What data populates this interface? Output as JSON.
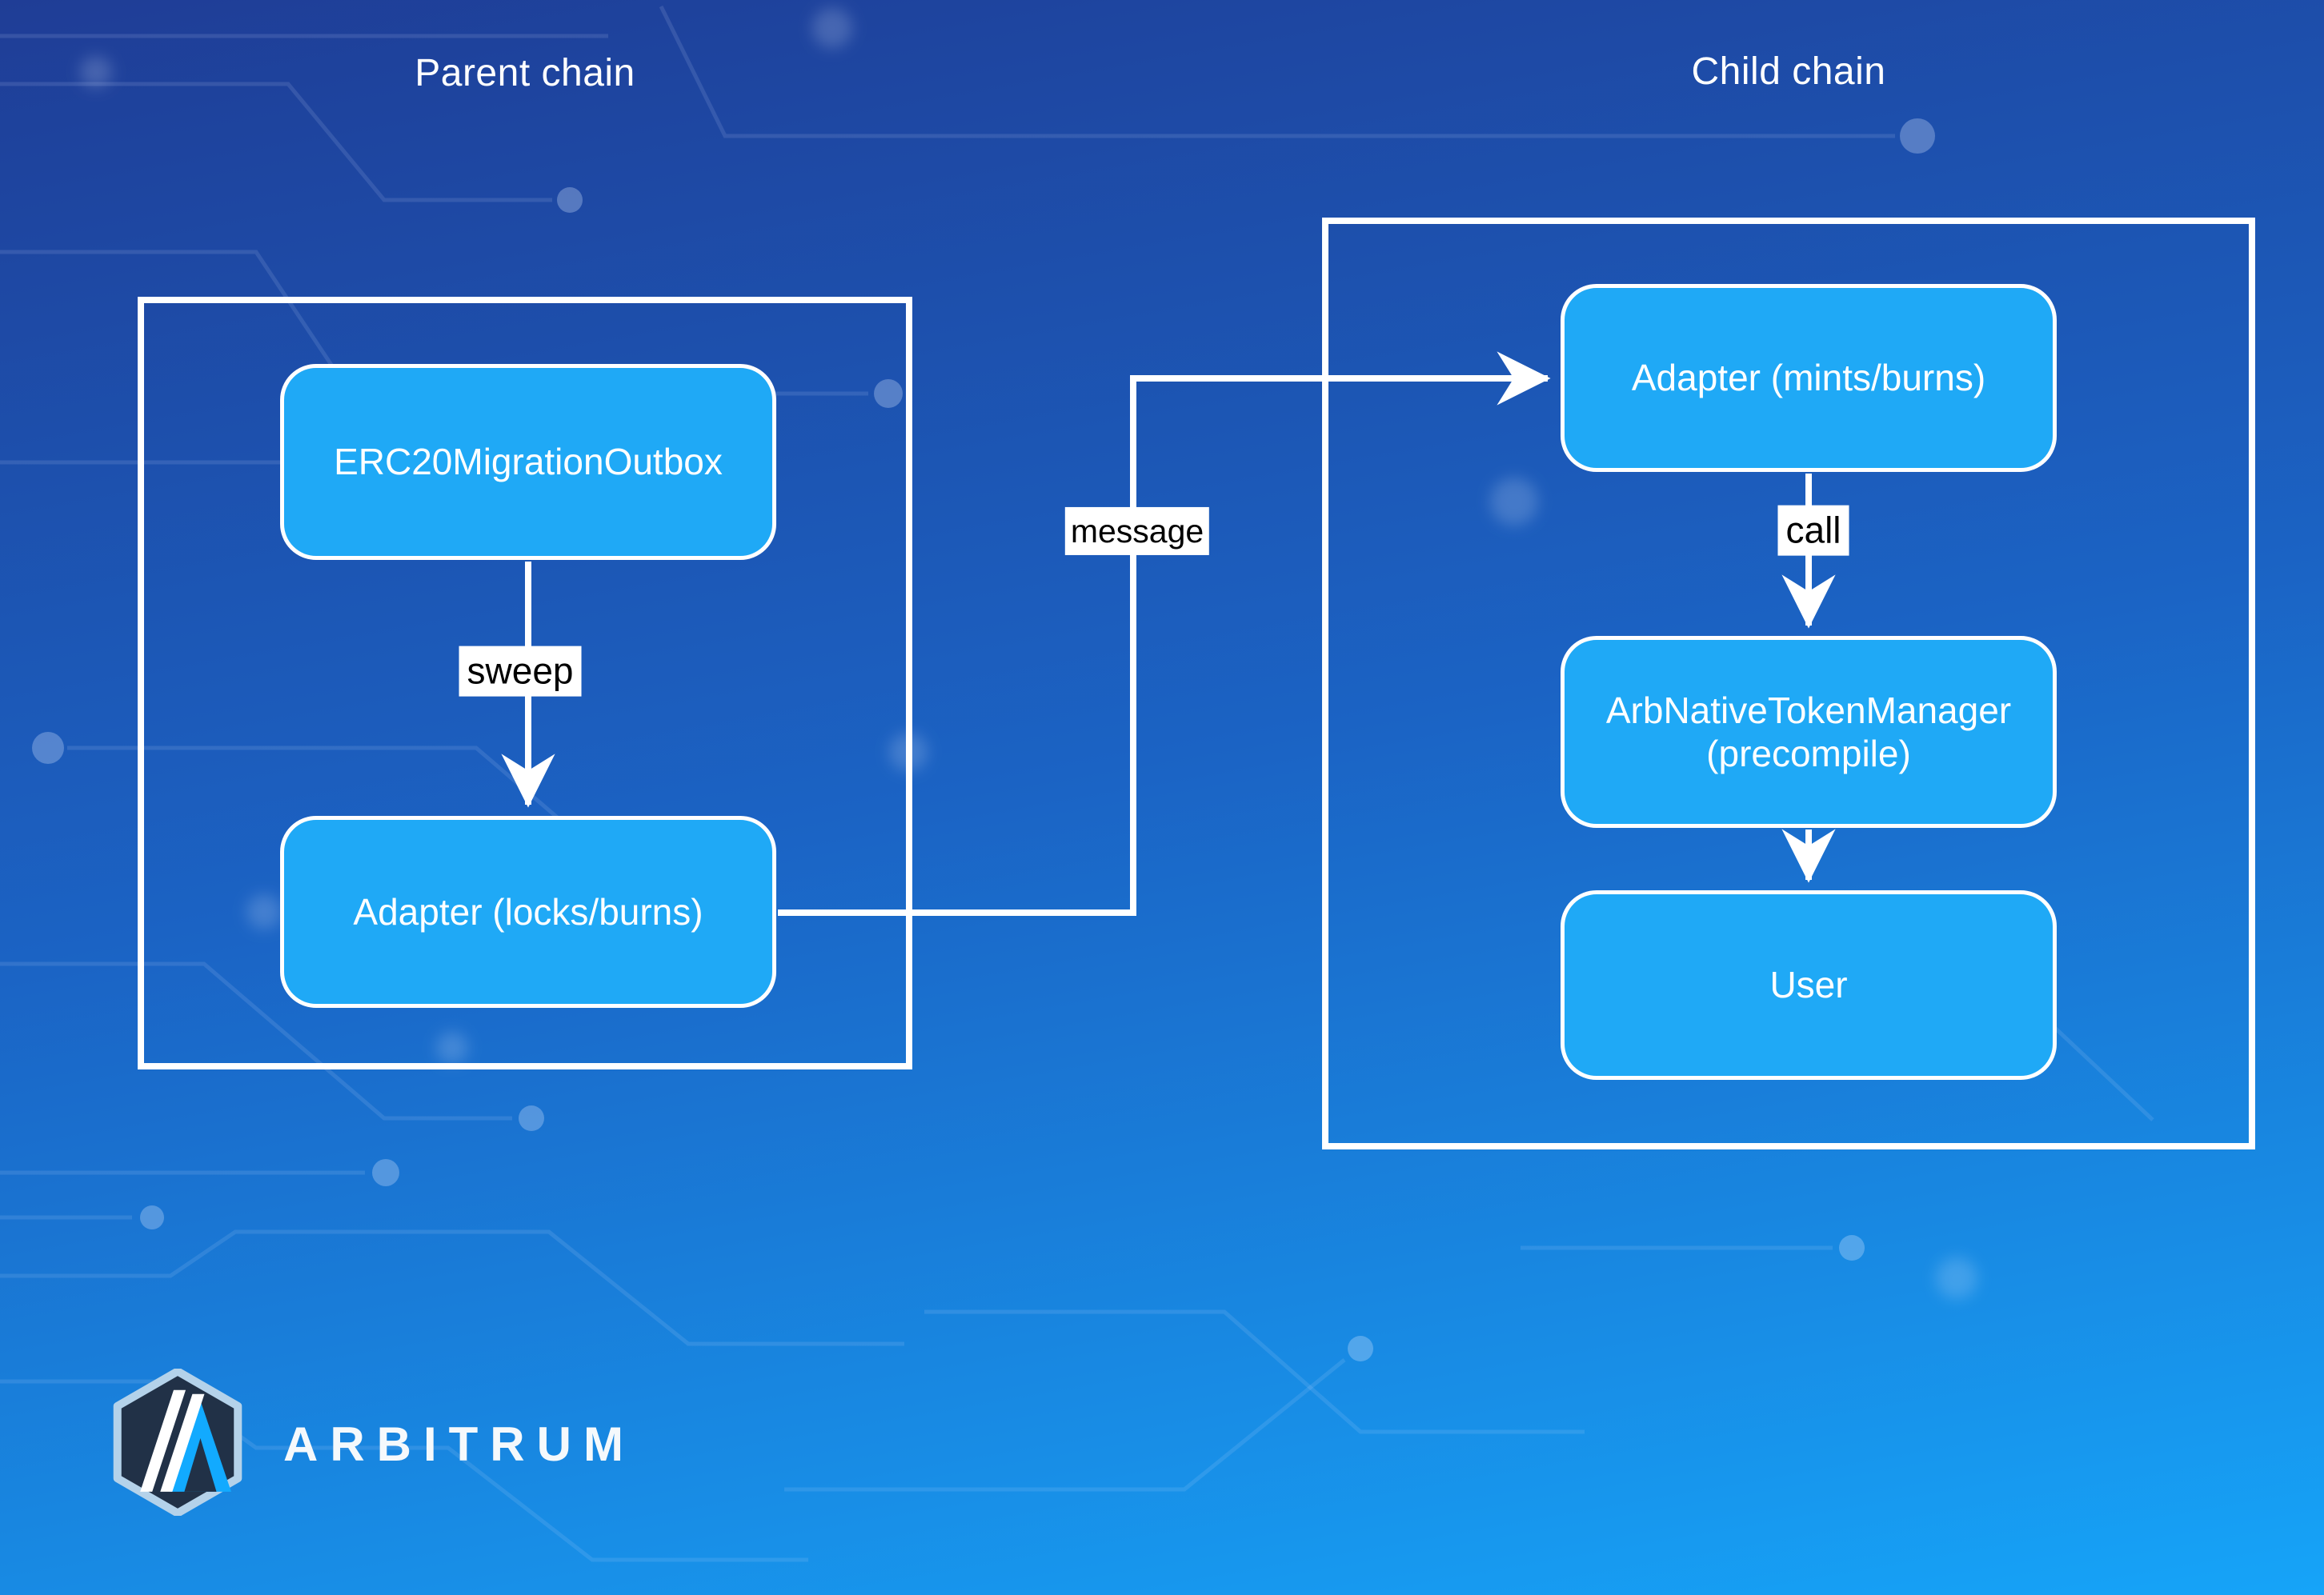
{
  "diagram": {
    "parent": {
      "title": "Parent chain",
      "nodes": [
        {
          "label": "ERC20MigrationOutbox"
        },
        {
          "label": "Adapter (locks/burns)"
        }
      ]
    },
    "child": {
      "title": "Child chain",
      "nodes": [
        {
          "label": "Adapter (mints/burns)"
        },
        {
          "label_line1": "ArbNativeTokenManager",
          "label_line2": "(precompile)"
        },
        {
          "label": "User"
        }
      ]
    },
    "edges": {
      "sweep": "sweep",
      "message": "message",
      "call": "call"
    },
    "colors": {
      "node_fill": "#1fa9f6",
      "node_border": "#ffffff",
      "container_border": "#ffffff",
      "background_top": "#1f3d96",
      "background_bottom": "#16a4f8",
      "edge_label_bg": "#ffffff",
      "edge_label_text": "#000000"
    }
  },
  "logo": {
    "text": "ARBITRUM",
    "shield_fill": "#213147",
    "shield_border": "#b4d2ea",
    "mark_blue": "#12aaff"
  }
}
